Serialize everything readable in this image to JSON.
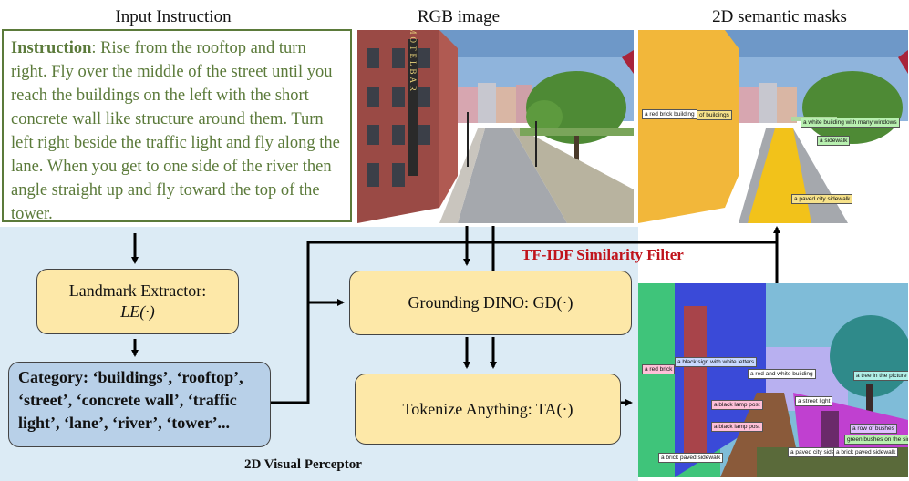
{
  "columns": {
    "input_instruction": "Input Instruction",
    "rgb_image": "RGB image",
    "semantic_masks": "2D semantic masks"
  },
  "instruction": {
    "label": "Instruction",
    "text": ": Rise from the rooftop and turn right. Fly over the middle of the street until you reach the buildings on the left with the short concrete wall like structure around them. Turn left right beside the traffic light and fly along the lane. When you get to one side of the river then angle straight up and fly toward the top of the tower."
  },
  "nodes": {
    "landmark_extractor": "Landmark Extractor:",
    "landmark_extractor_fn": "LE(·)",
    "category": "Category: ‘buildings’, ‘rooftop’, ‘street’, ‘concrete wall’, ‘traffic light’, ‘lane’, ‘river’, ‘tower’...",
    "grounding_dino": "Grounding DINO: GD(·)",
    "tokenize_anything": "Tokenize Anything: TA(·)"
  },
  "labels": {
    "tfidf": "TF-IDF Similarity Filter",
    "perceptor": "2D Visual Perceptor"
  },
  "rgb_sign": "THE MOTEL BAR",
  "mask_tags_top": [
    "a red brick building",
    "of buildings",
    "a white building with many windows",
    "a sidewalk",
    "a paved city sidewalk"
  ],
  "mask_tags_bottom": [
    "a red brick",
    "a black sign with white letters",
    "a red and white building",
    "a tree in the picture",
    "a black lamp post",
    "a street light",
    "a black lamp post",
    "a row of bushes",
    "green bushes on the side",
    "a brick paved sidewalk",
    "a paved city sidewalk",
    "a brick paved sidewalk"
  ],
  "colors": {
    "panel": "#dcebf5",
    "node_yellow": "#fde8a8",
    "node_blue": "#b8d0e8",
    "instruction_green": "#5b7a3a",
    "tfidf_red": "#c0141c"
  }
}
